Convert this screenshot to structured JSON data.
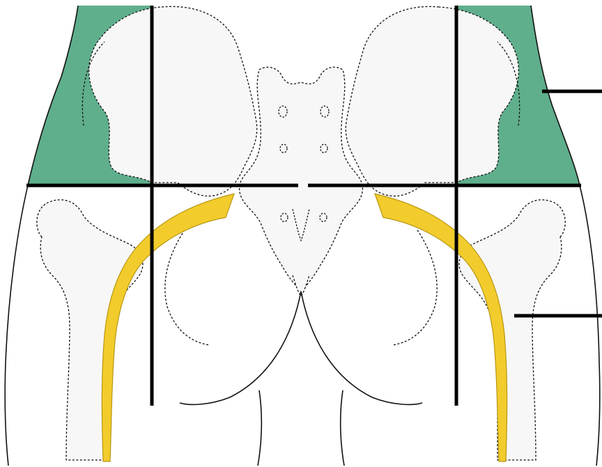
{
  "colors": {
    "background": "#ffffff",
    "upper_outer_quadrant_fill": "#5fae8c",
    "sciatic_nerve_fill": "#f2cc2c",
    "sciatic_nerve_stroke": "#b89612",
    "bone_fill": "#f7f7f7",
    "outline": "#111111",
    "dividing_line": "#000000"
  },
  "regions": [
    {
      "id": "left-upper-outer-quadrant",
      "highlighted": true
    },
    {
      "id": "right-upper-outer-quadrant",
      "highlighted": true
    }
  ],
  "structures": [
    "pelvis-bones",
    "femur-left",
    "femur-right",
    "sacrum",
    "sciatic-nerve-left",
    "sciatic-nerve-right",
    "buttocks-outline"
  ],
  "pointers": [
    "pointer-upper",
    "pointer-lower"
  ]
}
